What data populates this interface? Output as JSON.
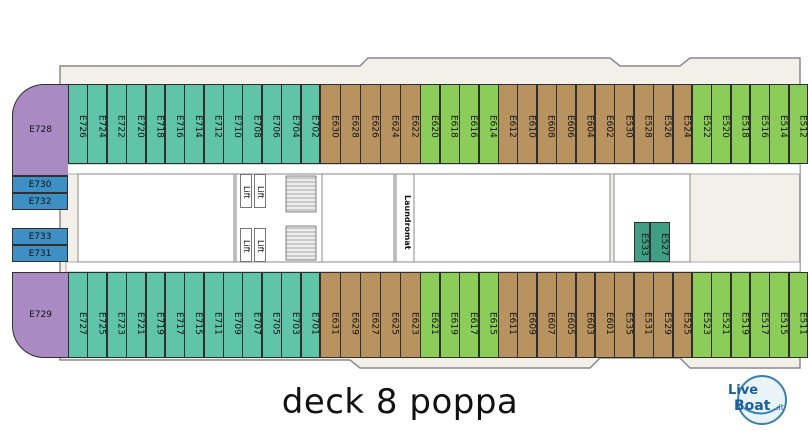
{
  "title": "deck 8 poppa",
  "logo_text": "LiveBoat.it",
  "colors": {
    "purple": "#a98ac3",
    "blue": "#3d8fc4",
    "teal": "#5fc4a8",
    "brown": "#b89360",
    "green": "#8ccd5a",
    "darkteal": "#3f9f85",
    "hull": "#f3f0ea",
    "corridor": "#ffffff"
  },
  "top_row": {
    "teal": [
      "E726",
      "E724",
      "E722",
      "E720",
      "E718",
      "E716",
      "E714",
      "E712",
      "E710",
      "E708",
      "E706",
      "E704",
      "E702"
    ],
    "brown": [
      "E630",
      "E628",
      "E626",
      "E624",
      "E622"
    ],
    "green1": [
      "E620",
      "E618",
      "E616",
      "E614"
    ],
    "brown2": [
      "E612",
      "E610",
      "E608",
      "E606",
      "E604",
      "E602",
      "E530",
      "E528",
      "E526",
      "E524"
    ],
    "green2": [
      "E522",
      "E520",
      "E518",
      "E516",
      "E514",
      "E512"
    ]
  },
  "bottom_row": {
    "teal": [
      "E727",
      "E725",
      "E723",
      "E721",
      "E719",
      "E717",
      "E715",
      "E711",
      "E709",
      "E707",
      "E705",
      "E703",
      "E701"
    ],
    "brown": [
      "E631",
      "E629",
      "E627",
      "E625",
      "E623"
    ],
    "green1": [
      "E621",
      "E619",
      "E617",
      "E615"
    ],
    "brown2": [
      "E611",
      "E609",
      "E607",
      "E605",
      "E603",
      "E601",
      "E535",
      "E531",
      "E529",
      "E525"
    ],
    "green2": [
      "E523",
      "E521",
      "E519",
      "E517",
      "E515",
      "E511"
    ]
  },
  "aft": {
    "e728": "E728",
    "e729": "E729",
    "e730": "E730",
    "e732": "E732",
    "e733": "E733",
    "e731": "E731"
  },
  "center": {
    "e533": "E533",
    "e527": "E527",
    "lifts": [
      "Lift",
      "Lift",
      "Lift",
      "Lift"
    ],
    "laundromat": "Laundromat"
  }
}
